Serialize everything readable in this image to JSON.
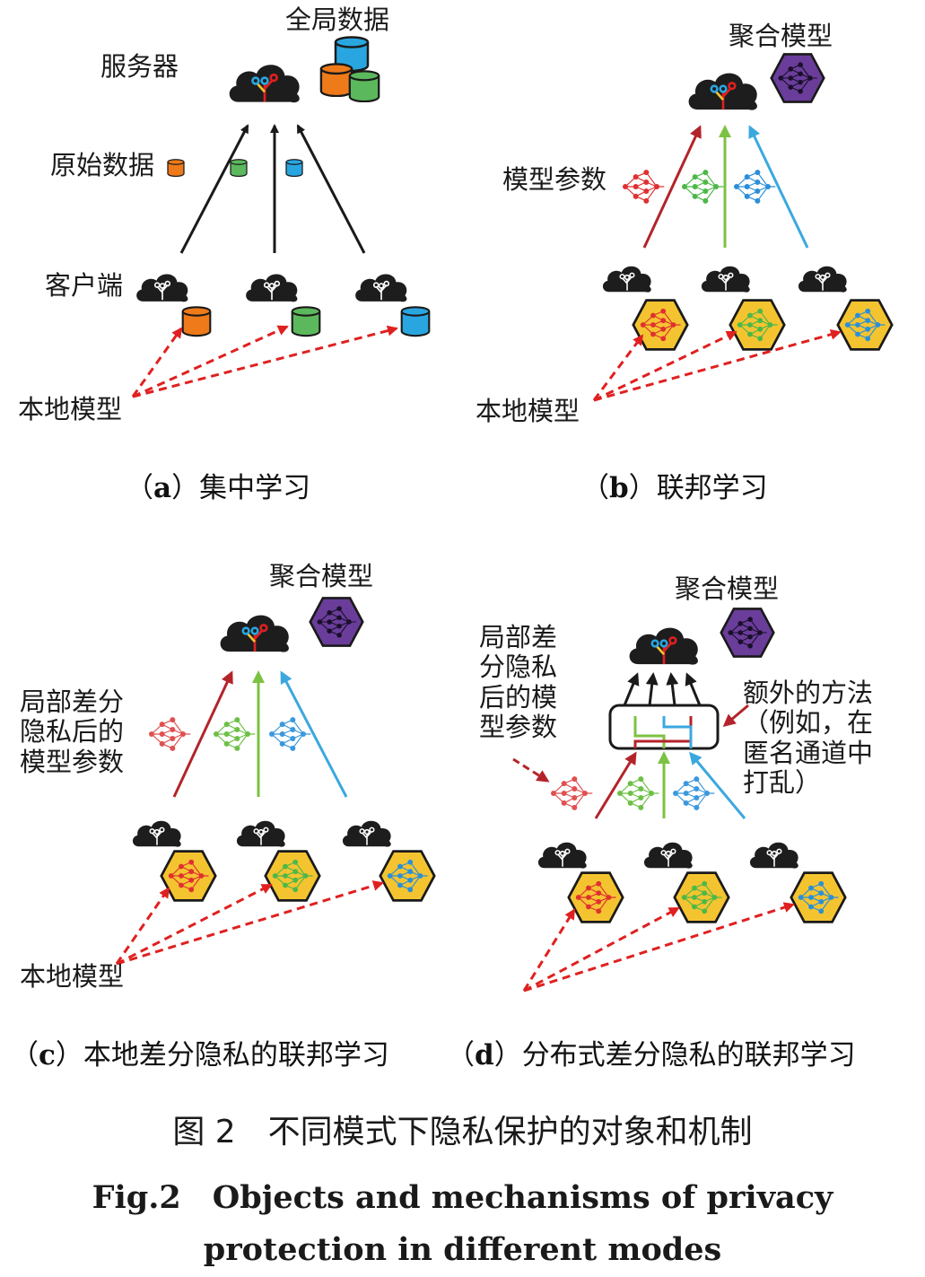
{
  "panel_a": {
    "server": "服务器",
    "global_data": "全局数据",
    "raw_data": "原始数据",
    "client": "客户端",
    "local_model": "本地模型",
    "caption_letter": "a",
    "caption_text": "集中学习"
  },
  "panel_b": {
    "aggregate_model": "聚合模型",
    "model_params": "模型参数",
    "local_model": "本地模型",
    "caption_letter": "b",
    "caption_text": "联邦学习"
  },
  "panel_c": {
    "aggregate_model": "聚合模型",
    "ldp_params": "局部差分隐私后的模型参数",
    "local_model": "本地模型",
    "caption_letter": "c",
    "caption_text": "本地差分隐私的联邦学习"
  },
  "panel_d": {
    "aggregate_model": "聚合模型",
    "ldp_params": "局部差分隐私后的模型参数",
    "extra_method": "额外的方法（例如，在匿名通道中打乱）",
    "caption_letter": "d",
    "caption_text": "分布式差分隐私的联邦学习"
  },
  "figure": {
    "caption_cn": "图 2　不同模式下隐私保护的对象和机制",
    "caption_en_line1": "Fig.2　Objects and mechanisms of privacy",
    "caption_en_line2": "protection in different modes"
  },
  "colors": {
    "orange": "#ee7a1a",
    "green": "#5cb85c",
    "blue": "#29a6e0",
    "purple": "#6a3d9a",
    "hexagon": "#f4c430",
    "red_dash": "#e02020",
    "red_arrow": "#b3242a",
    "green_arrow": "#7cc242",
    "blue_arrow": "#3aa8df"
  }
}
